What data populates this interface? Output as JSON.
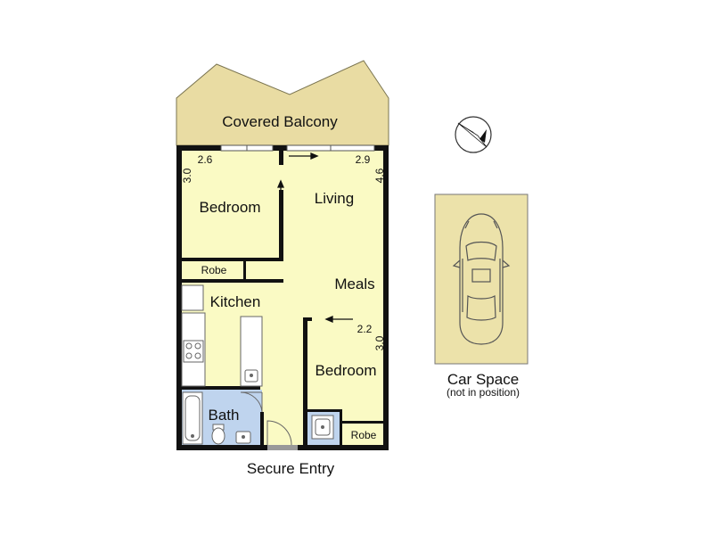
{
  "plan": {
    "rooms": {
      "balcony": "Covered Balcony",
      "bedroom_1": "Bedroom",
      "living": "Living",
      "robe_1": "Robe",
      "meals": "Meals",
      "kitchen": "Kitchen",
      "bedroom_2": "Bedroom",
      "bath": "Bath",
      "robe_2": "Robe"
    },
    "dimensions": {
      "bedroom_1_width": "2.6",
      "bedroom_1_depth": "3.0",
      "living_width": "2.9",
      "living_depth": "4.6",
      "bedroom_2_width": "2.2",
      "bedroom_2_depth": "3.0"
    },
    "entry_label": "Secure Entry",
    "car_space": {
      "title": "Car Space",
      "note": "(not in position)"
    }
  },
  "colors": {
    "floor": "#fafac4",
    "balcony": "#e9dca3",
    "bath": "#bfd4ee",
    "car_space": "#ece2aa",
    "wall": "#111111"
  },
  "icons": [
    "compass-icon",
    "car-icon",
    "bathtub-icon",
    "toilet-icon",
    "stove-icon",
    "sink-icon"
  ]
}
